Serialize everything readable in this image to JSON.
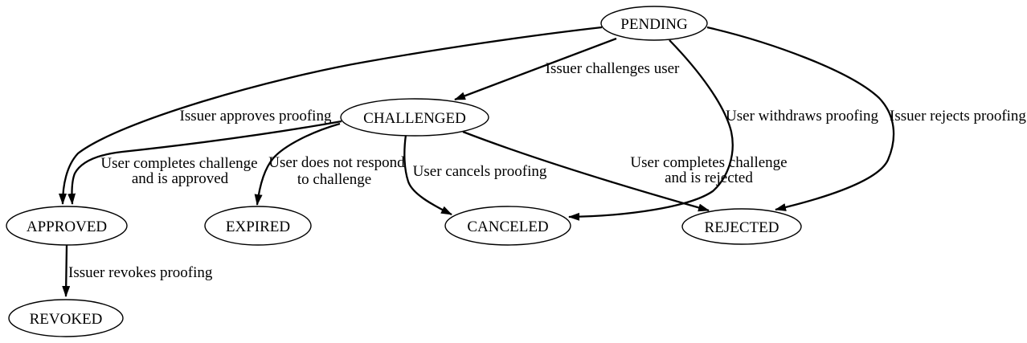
{
  "diagram": {
    "type": "state-machine",
    "background_color": "#ffffff",
    "stroke_color": "#000000"
  },
  "nodes": [
    {
      "id": "pending",
      "label": "PENDING"
    },
    {
      "id": "challenged",
      "label": "CHALLENGED"
    },
    {
      "id": "approved",
      "label": "APPROVED"
    },
    {
      "id": "expired",
      "label": "EXPIRED"
    },
    {
      "id": "canceled",
      "label": "CANCELED"
    },
    {
      "id": "rejected",
      "label": "REJECTED"
    },
    {
      "id": "revoked",
      "label": "REVOKED"
    }
  ],
  "edges": [
    {
      "from": "PENDING",
      "to": "CHALLENGED",
      "lines": [
        "Issuer challenges user"
      ]
    },
    {
      "from": "PENDING",
      "to": "APPROVED",
      "lines": [
        "Issuer approves proofing"
      ]
    },
    {
      "from": "PENDING",
      "to": "CANCELED",
      "lines": [
        "User withdraws proofing"
      ]
    },
    {
      "from": "PENDING",
      "to": "REJECTED",
      "lines": [
        "Issuer rejects proofing"
      ]
    },
    {
      "from": "CHALLENGED",
      "to": "APPROVED",
      "lines": [
        "User completes challenge",
        "and is approved"
      ]
    },
    {
      "from": "CHALLENGED",
      "to": "EXPIRED",
      "lines": [
        "User does not respond",
        "to challenge"
      ]
    },
    {
      "from": "CHALLENGED",
      "to": "CANCELED",
      "lines": [
        "User cancels proofing"
      ]
    },
    {
      "from": "CHALLENGED",
      "to": "REJECTED",
      "lines": [
        "User completes challenge",
        "and is rejected"
      ]
    },
    {
      "from": "APPROVED",
      "to": "REVOKED",
      "lines": [
        "Issuer revokes proofing"
      ]
    }
  ]
}
